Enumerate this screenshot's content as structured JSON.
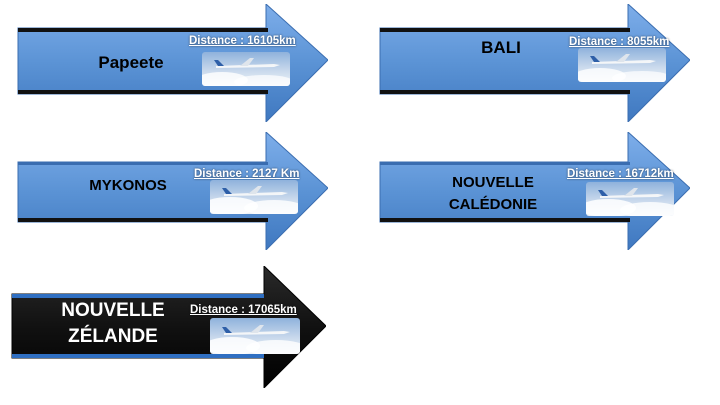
{
  "colors": {
    "arrow_fill": "#5b93d5",
    "arrow_dark": "#121212",
    "band": "#111111",
    "band_dark_accent": "#2f6fc2"
  },
  "destinations": [
    {
      "name": "Papeete",
      "distance": "Distance : 16105km",
      "style": "blue",
      "icon": "plane-photo-icon"
    },
    {
      "name": "BALI",
      "distance": "Distance : 8055km",
      "style": "blue",
      "icon": "plane-photo-icon"
    },
    {
      "name": "MYKONOS",
      "distance": "Distance : 2127 Km",
      "style": "blue",
      "icon": "plane-photo-icon"
    },
    {
      "name_line1": "NOUVELLE",
      "name_line2": "CALÉDONIE",
      "distance": "Distance : 16712km",
      "style": "blue",
      "icon": "plane-photo-icon"
    },
    {
      "name_line1": "NOUVELLE",
      "name_line2": "ZÉLANDE",
      "distance": "Distance : 17065km",
      "style": "dark",
      "icon": "plane-photo-icon"
    }
  ]
}
